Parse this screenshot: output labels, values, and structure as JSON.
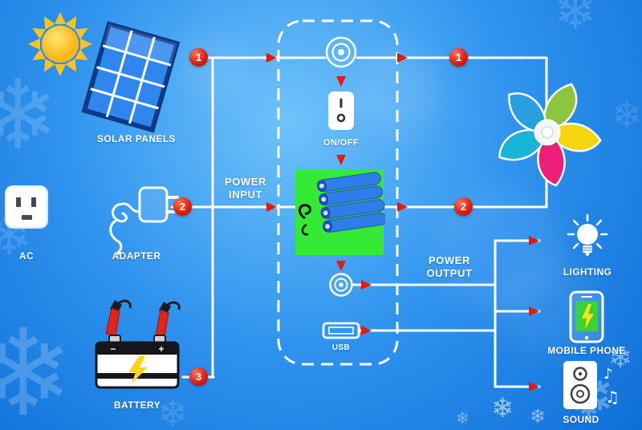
{
  "diagram": {
    "sources": {
      "solar_panels": "SOLAR PANELS",
      "ac": "AC",
      "adapter": "ADAPTER",
      "battery": "BATTERY"
    },
    "power_station": {
      "on_off": "ON/OFF",
      "usb": "USB"
    },
    "outputs": {
      "lighting": "LIGHTING",
      "mobile_phone": "MOBILE PHONE",
      "sound": "SOUND"
    },
    "flow_labels": {
      "input": [
        "POWER",
        "INPUT"
      ],
      "output": [
        "POWER",
        "OUTPUT"
      ]
    },
    "markers": {
      "input": [
        "1",
        "2",
        "3"
      ],
      "output": [
        "1",
        "2"
      ]
    },
    "battery_terminals": {
      "minus": "−",
      "plus": "+"
    },
    "decor": {
      "snowflake": "❄",
      "note_single": "♪",
      "note_double": "♫"
    },
    "colors": {
      "background_top": "#6fc3fa",
      "background_bottom": "#0e6ed8",
      "wire_white": "#ffffff",
      "marker_red": "#e01f10",
      "pack_green": "#34ea34",
      "cell_blue": "#2f7de8",
      "panel_blue": "#2f86ef",
      "panel_frame_navy": "#0d3a85",
      "phone_screen_green": "#3ad23a",
      "bolt_yellow": "#ffd21e",
      "sun_yellow": "#ffc31f",
      "fan_blades": [
        "#8cc63f",
        "#f6d410",
        "#ec1e79",
        "#18b5d8",
        "#2a9fe0"
      ]
    }
  }
}
